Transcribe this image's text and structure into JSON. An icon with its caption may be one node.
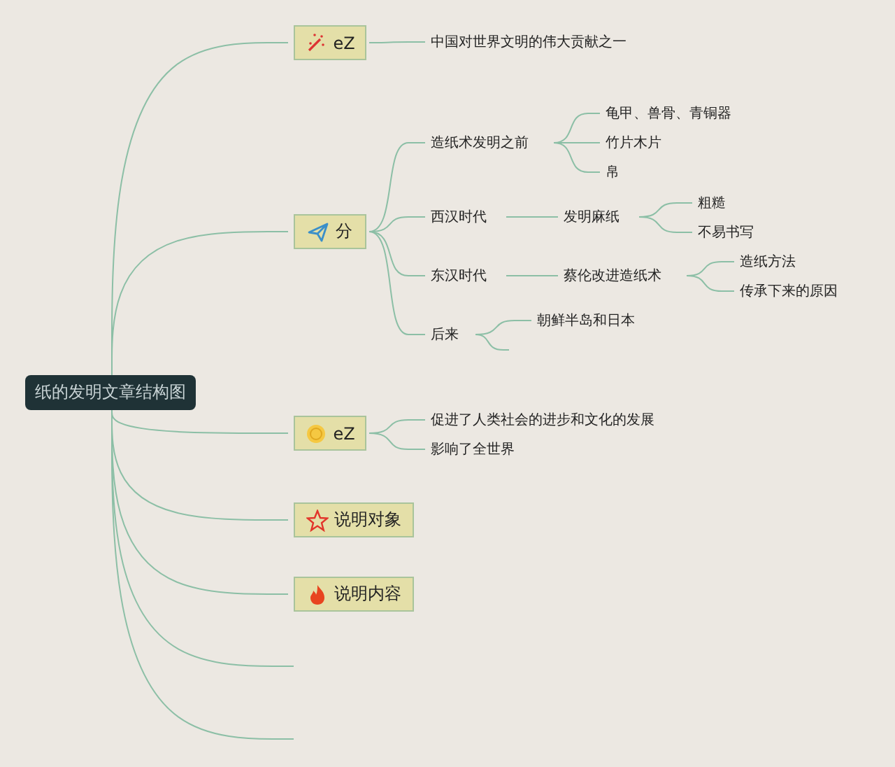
{
  "diagram": {
    "nodes": [
      {
        "text": [
          "纸的发明文章结构图"
        ]
      },
      {
        "text": [
          "eZ"
        ]
      },
      {
        "text": [
          "中国对世界文明的伟大贡献之一"
        ]
      },
      {
        "text": [
          "分"
        ]
      },
      {
        "text": [
          "造纸术发明之前"
        ]
      },
      {
        "text": [
          "龟甲、兽骨、青铜器"
        ]
      },
      {
        "text": [
          "竹片木片"
        ]
      },
      {
        "text": [
          "帛"
        ]
      },
      {
        "text": [
          "西汉时代"
        ]
      },
      {
        "text": [
          "发明麻纸"
        ]
      },
      {
        "text": [
          "粗糙"
        ]
      },
      {
        "text": [
          "不易书写"
        ]
      },
      {
        "text": [
          "东汉时代"
        ]
      },
      {
        "text": [
          "蔡伦改进造纸术"
        ]
      },
      {
        "text": [
          "造纸方法"
        ]
      },
      {
        "text": [
          "传承下来的原因"
        ]
      },
      {
        "text": [
          "后来"
        ]
      },
      {
        "text": [
          "朝鲜半岛和日本"
        ]
      },
      {
        "text": [
          "eZ"
        ]
      },
      {
        "text": [
          "促进了人类社会的进步和文化的发展"
        ]
      },
      {
        "text": [
          "影响了全世界"
        ]
      },
      {
        "text": [
          "说明对象"
        ]
      },
      {
        "text": [
          "说明内容"
        ]
      }
    ],
    "edges": [
      {
        "from": 0,
        "to": 1,
        "arrow": "none"
      },
      {
        "from": 0,
        "to": 3,
        "arrow": "none"
      },
      {
        "from": 0,
        "to": 18,
        "arrow": "none"
      },
      {
        "from": 0,
        "to": 21,
        "arrow": "none"
      },
      {
        "from": 0,
        "to": 22,
        "arrow": "none"
      },
      {
        "from": 0,
        "to": null,
        "arrow": "none"
      },
      {
        "from": 0,
        "to": null,
        "arrow": "none"
      },
      {
        "from": 1,
        "to": 2,
        "arrow": "none"
      },
      {
        "from": 3,
        "to": 4,
        "arrow": "none"
      },
      {
        "from": 3,
        "to": 8,
        "arrow": "none"
      },
      {
        "from": 3,
        "to": 12,
        "arrow": "none"
      },
      {
        "from": 3,
        "to": 16,
        "arrow": "none"
      },
      {
        "from": 4,
        "to": 5,
        "arrow": "none"
      },
      {
        "from": 4,
        "to": 6,
        "arrow": "none"
      },
      {
        "from": 4,
        "to": 7,
        "arrow": "none"
      },
      {
        "from": 8,
        "to": 9,
        "arrow": "none"
      },
      {
        "from": 9,
        "to": 10,
        "arrow": "none"
      },
      {
        "from": 9,
        "to": 11,
        "arrow": "none"
      },
      {
        "from": 12,
        "to": 13,
        "arrow": "none"
      },
      {
        "from": 13,
        "to": 14,
        "arrow": "none"
      },
      {
        "from": 13,
        "to": 15,
        "arrow": "none"
      },
      {
        "from": 16,
        "to": 17,
        "arrow": "none"
      },
      {
        "from": 16,
        "to": null,
        "arrow": "none"
      },
      {
        "from": 18,
        "to": 19,
        "arrow": "none"
      },
      {
        "from": 18,
        "to": 20,
        "arrow": "none"
      }
    ]
  }
}
